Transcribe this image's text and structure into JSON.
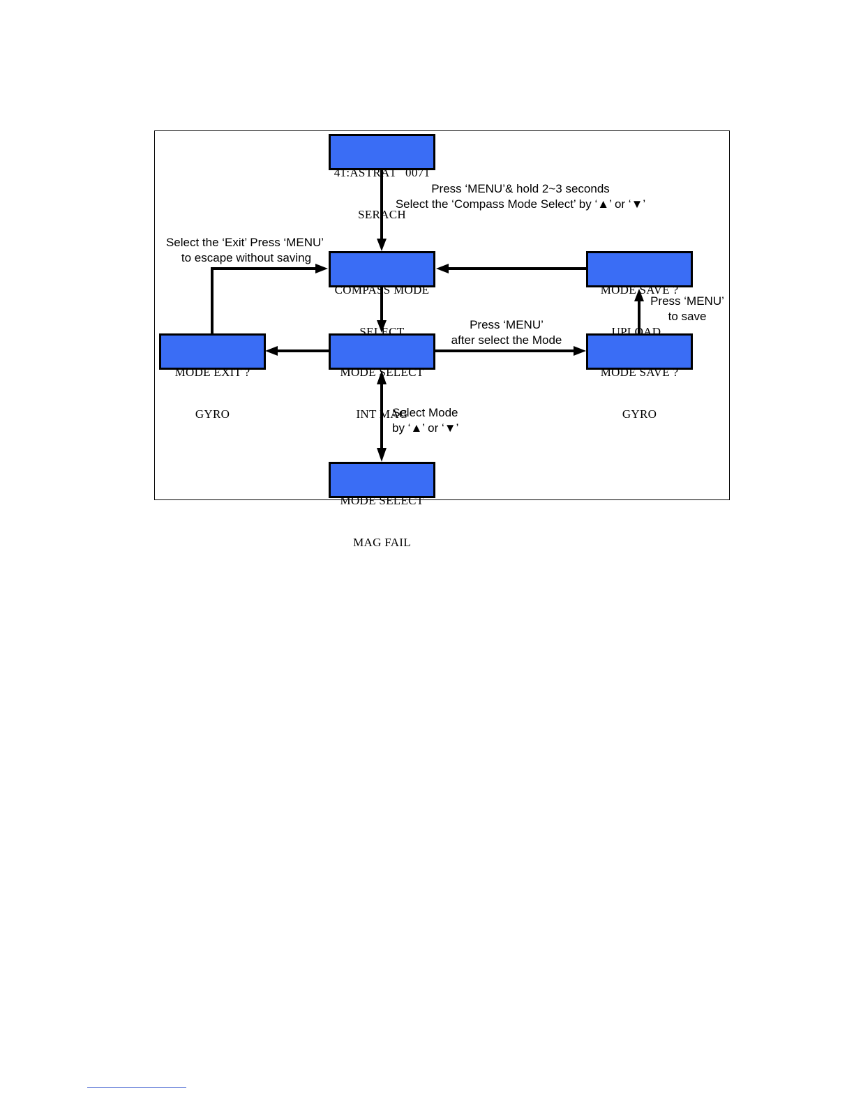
{
  "colors": {
    "lcd_fill": "#3a6df5",
    "line": "#000000",
    "footer_rule": "#3355cc"
  },
  "boxes": {
    "search": {
      "line1": "41:ASTRA1   0071",
      "line2": "SERACH"
    },
    "compass": {
      "line1": "COMPASS MODE",
      "line2": "SELECT"
    },
    "save_upload": {
      "line1": "MODE SAVE ?",
      "line2": "UPLOAD.."
    },
    "exit": {
      "line1": "MODE EXIT ?",
      "line2": "GYRO"
    },
    "select_int": {
      "line1": "MODE SELECT",
      "line2": "INT MAG"
    },
    "save_gyro": {
      "line1": "MODE SAVE ?",
      "line2": "GYRO"
    },
    "select_fail": {
      "line1": "MODE SELECT",
      "line2": "MAG FAIL"
    }
  },
  "notes": {
    "menu_hold": {
      "line1": "Press ‘MENU’& hold 2~3 seconds",
      "line2": "Select the ‘Compass Mode Select’ by ‘▲’ or ‘▼’"
    },
    "exit": {
      "line1": "Select the ‘Exit’ Press ‘MENU’",
      "line2": "to escape without saving"
    },
    "save": {
      "line1": "Press ‘MENU’",
      "line2": "to save"
    },
    "after_select": {
      "line1": "Press ‘MENU’",
      "line2": "after select the Mode"
    },
    "select_mode": {
      "line1": "Select Mode",
      "line2": "by ‘▲’ or ‘▼’"
    }
  }
}
